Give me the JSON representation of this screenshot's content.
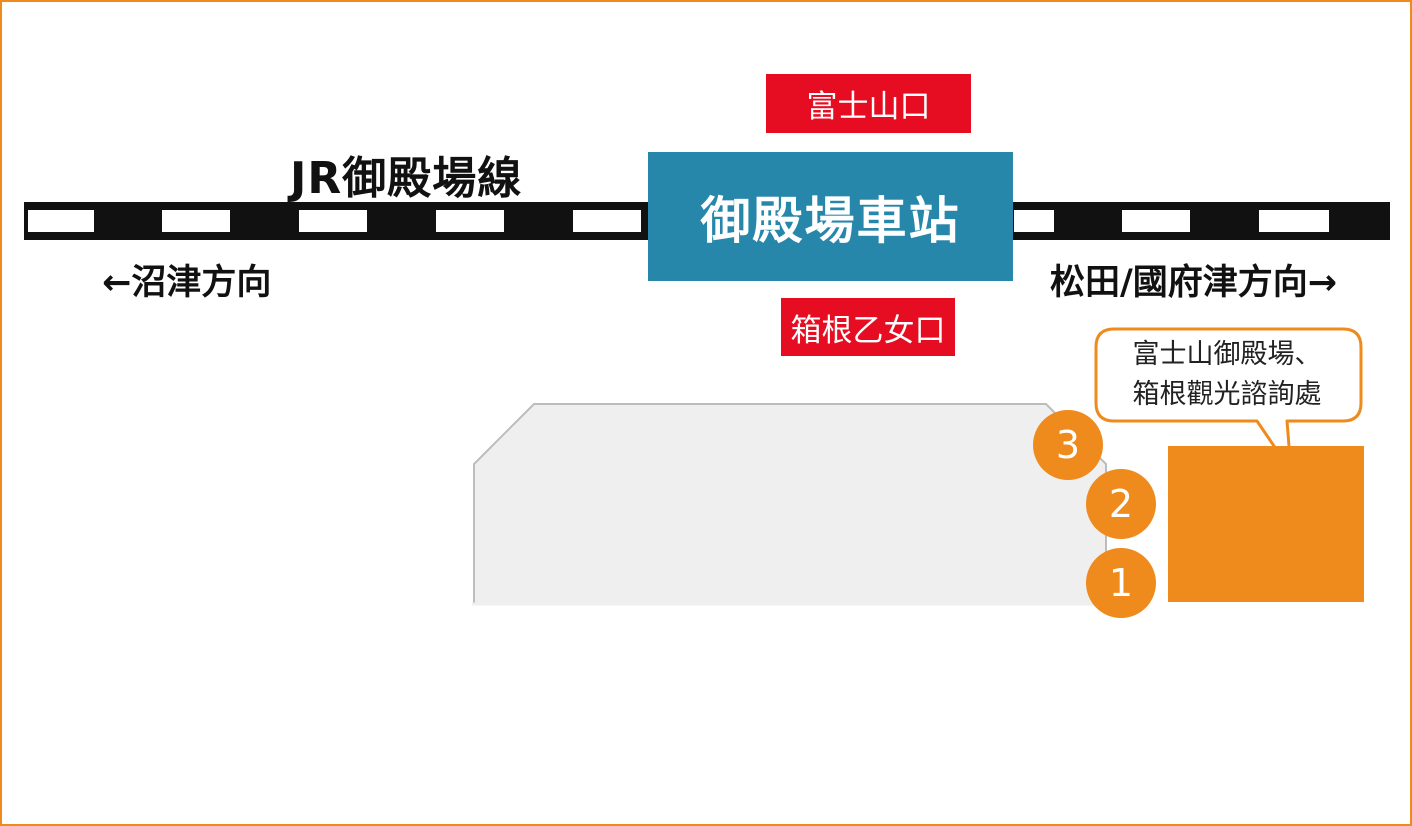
{
  "line": {
    "name": "JR御殿場線"
  },
  "station": {
    "name": "御殿場車站"
  },
  "exits": {
    "north": "富士山口",
    "south": "箱根乙女口"
  },
  "directions": {
    "left": "←沼津方向",
    "right": "松田/國府津方向→"
  },
  "tourist_info": {
    "line1": "富士山御殿場、",
    "line2": "箱根觀光諮詢處"
  },
  "markers": [
    "3",
    "2",
    "1"
  ],
  "colors": {
    "frame": "#ef8a1d",
    "station": "#2787aa",
    "exit_tag": "#e60d22",
    "marker": "#ef8a1d",
    "building": "#efeff0"
  }
}
